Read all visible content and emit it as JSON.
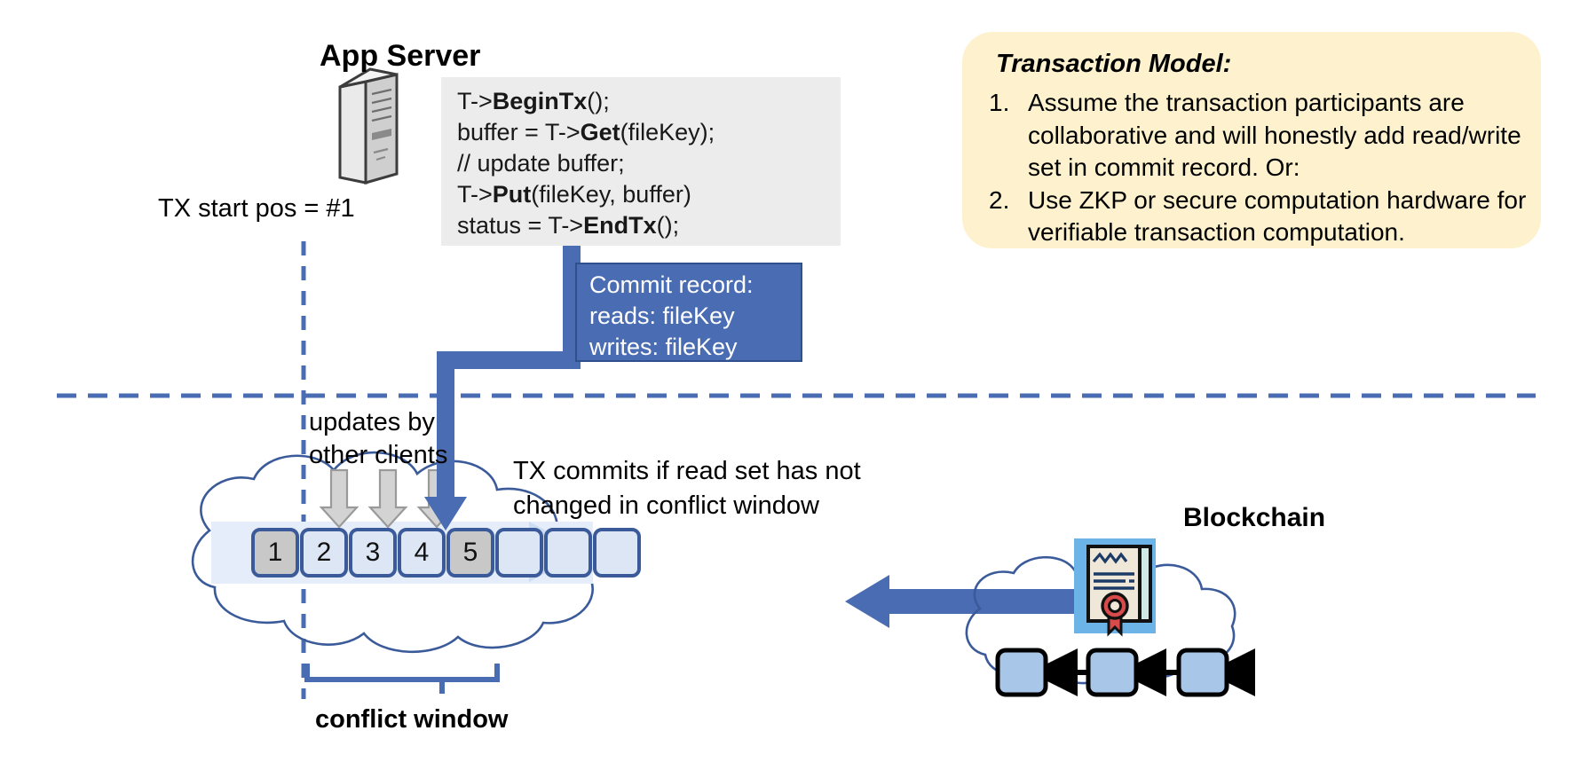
{
  "app_server": {
    "title": "App Server",
    "icon": "server-tower-icon",
    "code_lines": [
      {
        "pre": "T->",
        "bold": "BeginTx",
        "post": "();"
      },
      {
        "pre": "buffer = T->",
        "bold": "Get",
        "post": "(fileKey);"
      },
      {
        "pre": "// update buffer;",
        "bold": "",
        "post": ""
      },
      {
        "pre": "T->",
        "bold": "Put",
        "post": "(fileKey, buffer)"
      },
      {
        "pre": "status = T->",
        "bold": "EndTx",
        "post": "();"
      }
    ]
  },
  "transaction_model": {
    "title": "Transaction Model:",
    "items": [
      {
        "num": "1.",
        "text": "Assume the transaction participants are collaborative and will honestly add read/write set in commit record.  Or:"
      },
      {
        "num": "2.",
        "text": "Use ZKP or secure computation hardware for verifiable transaction computation."
      }
    ]
  },
  "commit_record": {
    "title": "Commit record:",
    "reads": "reads: fileKey",
    "writes": "writes: fileKey"
  },
  "labels": {
    "tx_start": "TX start pos = #1",
    "updates_by_other_clients_line1": "updates by",
    "updates_by_other_clients_line2": "other clients",
    "tx_commits_line1": "TX commits if read set has not",
    "tx_commits_line2": "changed in conflict window",
    "conflict_window": "conflict window",
    "blockchain": "Blockchain"
  },
  "sequence": {
    "boxes": [
      {
        "label": "1",
        "state": "filled"
      },
      {
        "label": "2",
        "state": "empty"
      },
      {
        "label": "3",
        "state": "empty"
      },
      {
        "label": "4",
        "state": "empty"
      },
      {
        "label": "5",
        "state": "filled"
      },
      {
        "label": "",
        "state": "empty"
      },
      {
        "label": "",
        "state": "empty"
      },
      {
        "label": "",
        "state": "empty"
      }
    ]
  },
  "blockchain": {
    "icon": "certificate-seal-icon",
    "blocks": [
      "",
      "",
      ""
    ]
  },
  "colors": {
    "accent_blue": "#4a6cb3",
    "dark_blue": "#2f4f8f",
    "cloud_outline": "#3a5a99",
    "yellow_box": "#fdf2cd",
    "code_bg": "#ececec",
    "box_fill_empty": "#dce6f5",
    "box_fill_filled": "#c8c8c8",
    "gray_arrow": "#d0d0d0",
    "seal_red": "#d94a4a"
  }
}
